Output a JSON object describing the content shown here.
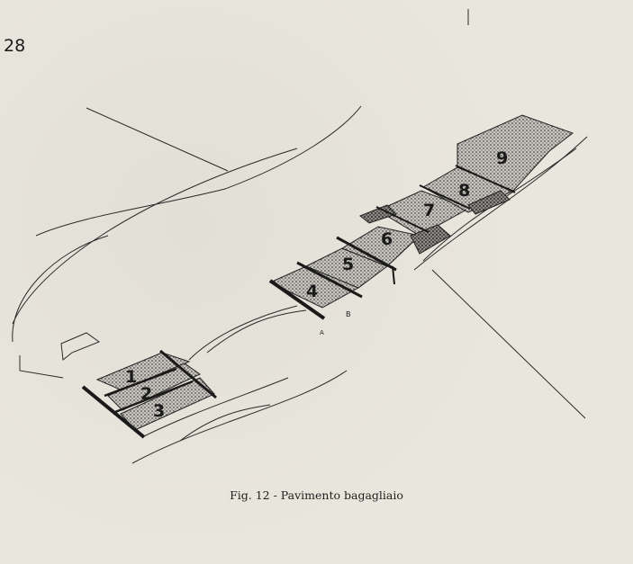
{
  "page_number": "28",
  "caption": "Fig. 12 - Pavimento bagagliaio",
  "callouts": {
    "front": [
      "1",
      "2",
      "3"
    ],
    "rear": [
      "4",
      "5",
      "6",
      "7",
      "8",
      "9"
    ],
    "points": [
      "A",
      "B"
    ]
  }
}
